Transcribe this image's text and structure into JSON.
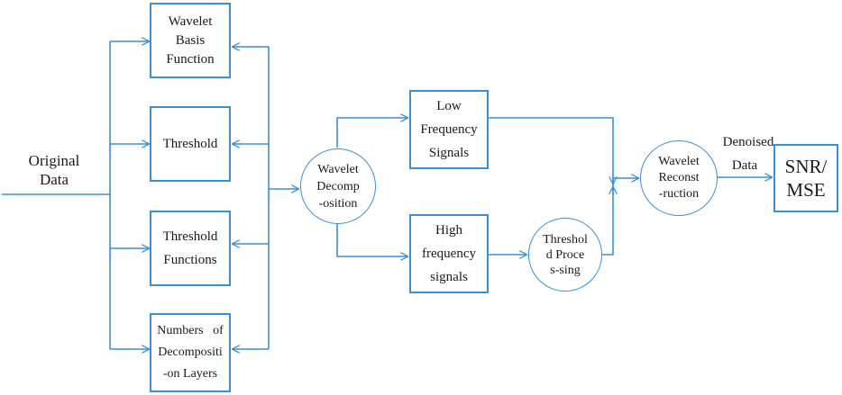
{
  "input_label": "Original\nData",
  "parameters": [
    {
      "label": "Wavelet\nBasis\nFunction"
    },
    {
      "label": "Threshold"
    },
    {
      "label": "Threshold\nFunctions"
    },
    {
      "label": "Numbers   of\nDecompositi\n-on Layers"
    }
  ],
  "decomposition": "Wavelet\nDecomp\n-osition",
  "low_frequency": "Low\nFrequency\nSignals",
  "high_frequency": "High\nfrequency\nsignals",
  "threshold_processing": "Threshol\nd Proce\ns-sing",
  "reconstruction": "Wavelet\nReconst\n-ruction",
  "output_label_1": "Denoised",
  "output_label_2": "Data",
  "metrics": "SNR/\nMSE",
  "colors": {
    "stroke": "#3a8fd6"
  }
}
